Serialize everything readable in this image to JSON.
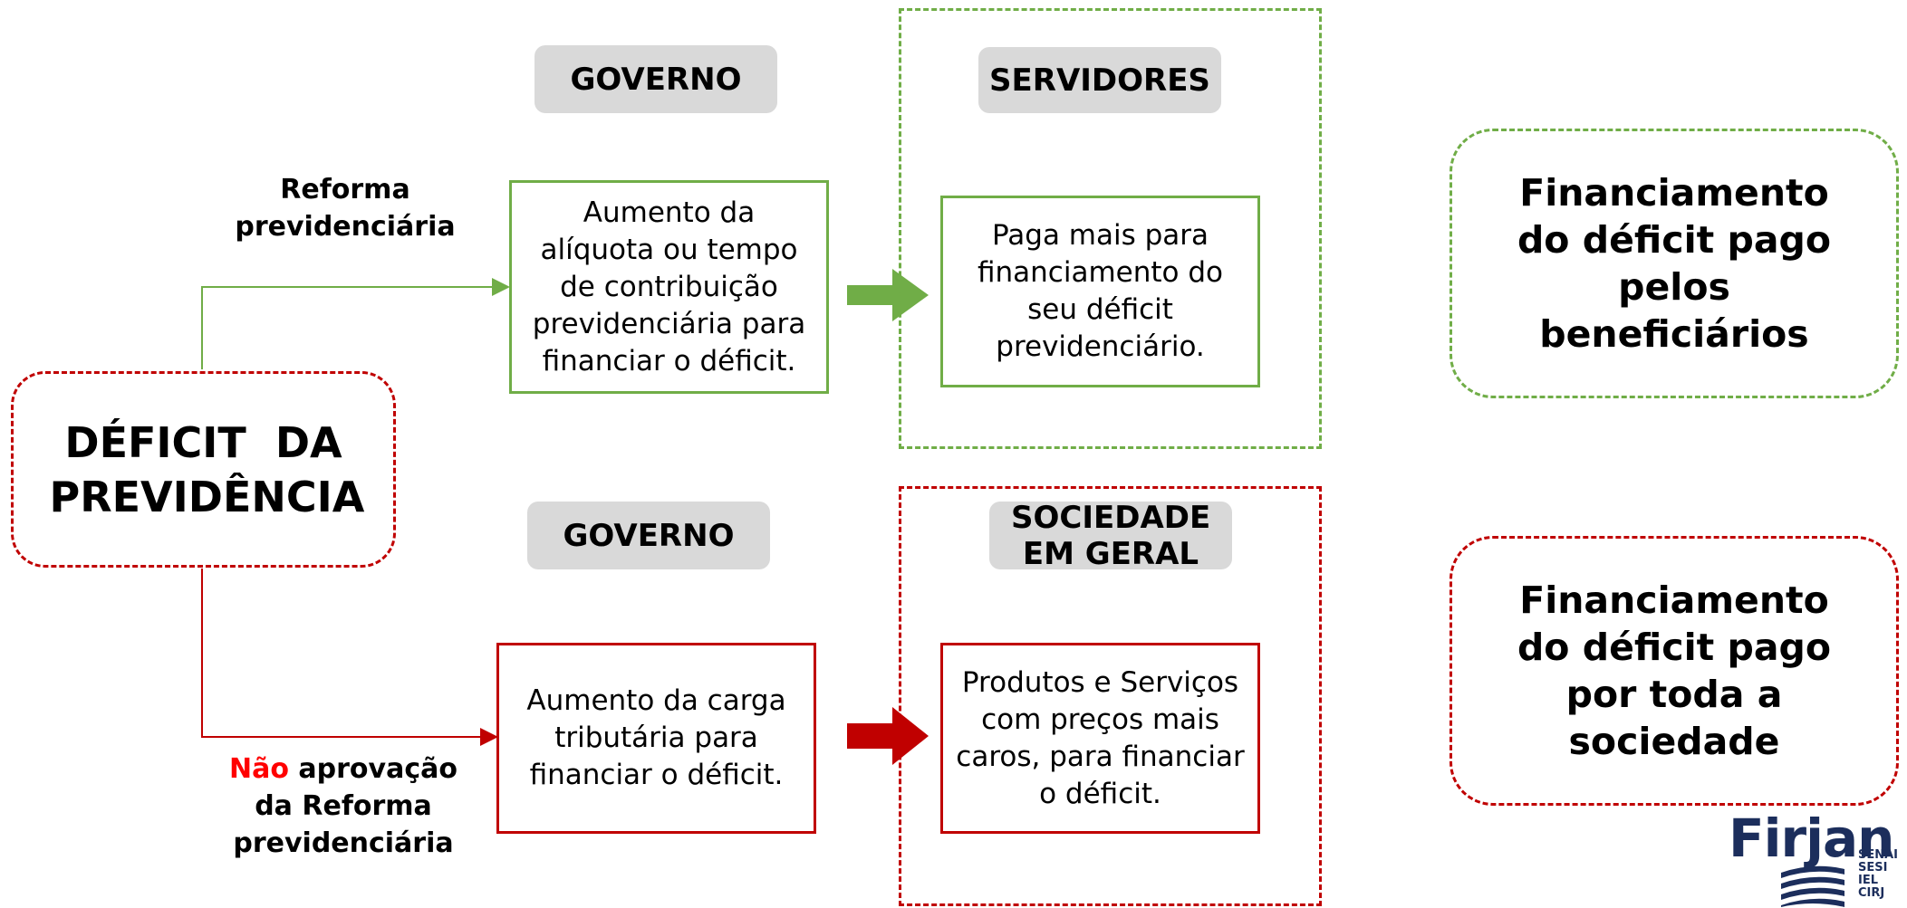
{
  "main_box": {
    "label": "DÉFICIT  DA PREVIDÊNCIA"
  },
  "top_branch": {
    "condition_label": "Reforma previdenciária",
    "actor_label": "GOVERNO",
    "action_text": "Aumento da alíquota ou tempo de contribuição previdenciária para financiar o déficit.",
    "payer_label": "SERVIDORES",
    "payer_text": "Paga mais para financiamento do seu déficit previdenciário.",
    "outcome_text": "Financiamento do déficit pago pelos beneficiários",
    "color": "#70ad47"
  },
  "bottom_branch": {
    "condition_prefix": "Não",
    "condition_label": " aprovação da Reforma previdenciária",
    "actor_label": "GOVERNO",
    "action_text": "Aumento da carga tributária para financiar o déficit.",
    "payer_label": "SOCIEDADE EM GERAL",
    "payer_text": "Produtos e Serviços com preços mais caros, para financiar o déficit.",
    "outcome_text": "Financiamento do déficit pago por toda a sociedade",
    "color": "#c00000",
    "prefix_color": "#ff0000"
  },
  "logo": {
    "wordmark": "Firjan",
    "sub_brands": [
      "SENAI",
      "SESI",
      "IEL",
      "CIRJ"
    ],
    "color": "#1c2e5c"
  }
}
